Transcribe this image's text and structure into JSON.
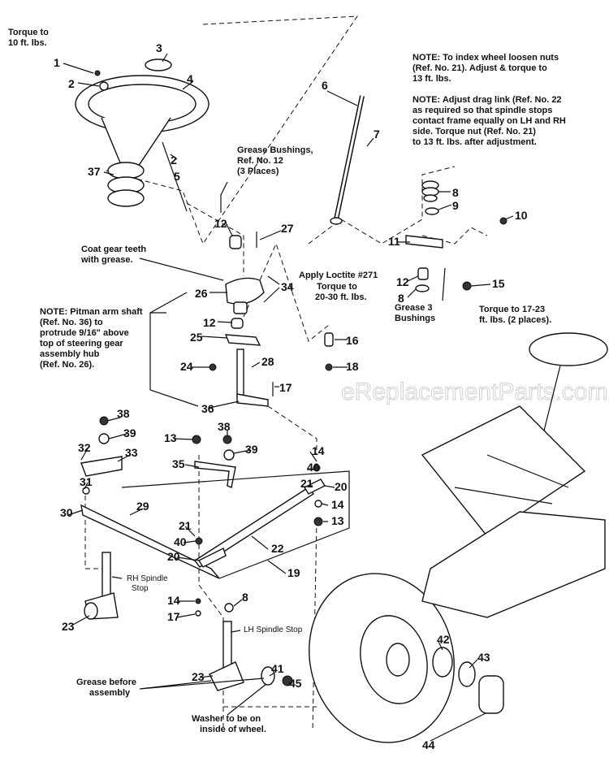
{
  "notes": {
    "torque_top": [
      "Torque to",
      "10 ft. lbs."
    ],
    "index_wheel": [
      "NOTE: To index wheel loosen nuts",
      "(Ref. No. 21). Adjust & torque to",
      "13 ft. lbs."
    ],
    "drag_link": [
      "NOTE: Adjust drag link (Ref. No. 22",
      "as required so that spindle stops",
      "contact frame equally on LH and RH",
      "side. Torque nut (Ref. No. 21)",
      "to 13 ft. lbs. after adjustment."
    ],
    "grease_bushings": [
      "Grease Bushings,",
      "Ref. No. 12",
      "(3 Places)"
    ],
    "coat_gear": [
      "Coat gear teeth",
      "with grease."
    ],
    "loctite": "Apply Loctite #271",
    "torque_20_30": [
      "Torque to",
      "20-30 ft. lbs."
    ],
    "grease_3": [
      "Grease 3",
      "Bushings"
    ],
    "torque_17_23": [
      "Torque to 17-23",
      "ft. lbs. (2 places)."
    ],
    "pitman": [
      "NOTE: Pitman arm shaft",
      "(Ref. No. 36) to",
      "protrude 9/16\" above",
      "top of steering gear",
      "assembly hub",
      "(Ref. No. 26)."
    ],
    "rh_stop": [
      "RH Spindle",
      "Stop"
    ],
    "lh_stop": "LH Spindle Stop",
    "grease_before": [
      "Grease before",
      "assembly"
    ],
    "washer": [
      "Washer to be on",
      "inside of wheel."
    ]
  },
  "watermark": "eReplacementParts.com",
  "refs": [
    "1",
    "2",
    "3",
    "4",
    "37",
    "2",
    "5",
    "6",
    "7",
    "12",
    "27",
    "8",
    "9",
    "10",
    "11",
    "12",
    "8",
    "15",
    "26",
    "34",
    "12",
    "25",
    "16",
    "24",
    "28",
    "18",
    "17",
    "36",
    "38",
    "39",
    "32",
    "33",
    "31",
    "30",
    "29",
    "13",
    "38",
    "39",
    "35",
    "14",
    "40",
    "21",
    "20",
    "14",
    "13",
    "21",
    "40",
    "22",
    "19",
    "20",
    "14",
    "17",
    "8",
    "23",
    "23",
    "41",
    "45",
    "42",
    "43",
    "44"
  ]
}
